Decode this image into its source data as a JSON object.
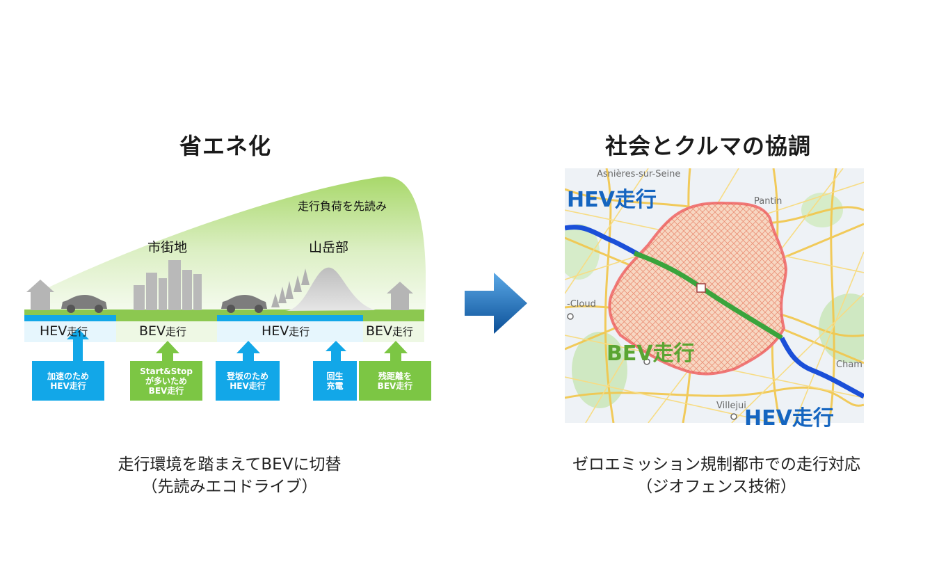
{
  "left": {
    "title": "省エネ化",
    "lookahead": "走行負荷を先読み",
    "places": {
      "city": "市街地",
      "mountain": "山岳部"
    },
    "mode_suffix": "走行",
    "segments": [
      {
        "mode": "HEV",
        "color": "#12a7e8"
      },
      {
        "mode": "BEV",
        "color": "#7cc644"
      },
      {
        "mode": "HEV",
        "color": "#12a7e8"
      },
      {
        "mode": "BEV",
        "color": "#7cc644"
      }
    ],
    "boxes": [
      {
        "lines": [
          "加速のため",
          "HEV走行"
        ],
        "color": "blue"
      },
      {
        "lines": [
          "Start&Stop",
          "が多いため",
          "BEV走行"
        ],
        "color": "green"
      },
      {
        "lines": [
          "登坂のため",
          "HEV走行"
        ],
        "color": "blue"
      },
      {
        "lines": [
          "回生",
          "充電"
        ],
        "color": "blue"
      },
      {
        "lines": [
          "残距離を",
          "BEV走行"
        ],
        "color": "green"
      }
    ],
    "caption": [
      "走行環境を踏まえてBEVに切替",
      "（先読みエコドライブ）"
    ]
  },
  "right": {
    "title": "社会とクルマの協調",
    "map_labels": {
      "hev_top": "HEV走行",
      "bev": "BEV走行",
      "hev_bottom": "HEV走行"
    },
    "place_names": {
      "asnieres": "Asnières-sur-Seine",
      "pantin": "Pantin",
      "cloud": "-Cloud",
      "champ": "Cham",
      "villejuif": "Villejui"
    },
    "colors": {
      "hev": "#1565c0",
      "bev": "#5aa532",
      "zone": "#f07878"
    },
    "caption": [
      "ゼロエミッション規制都市での走行対応",
      "（ジオフェンス技術）"
    ]
  },
  "arrow_icon": "right-arrow-icon"
}
